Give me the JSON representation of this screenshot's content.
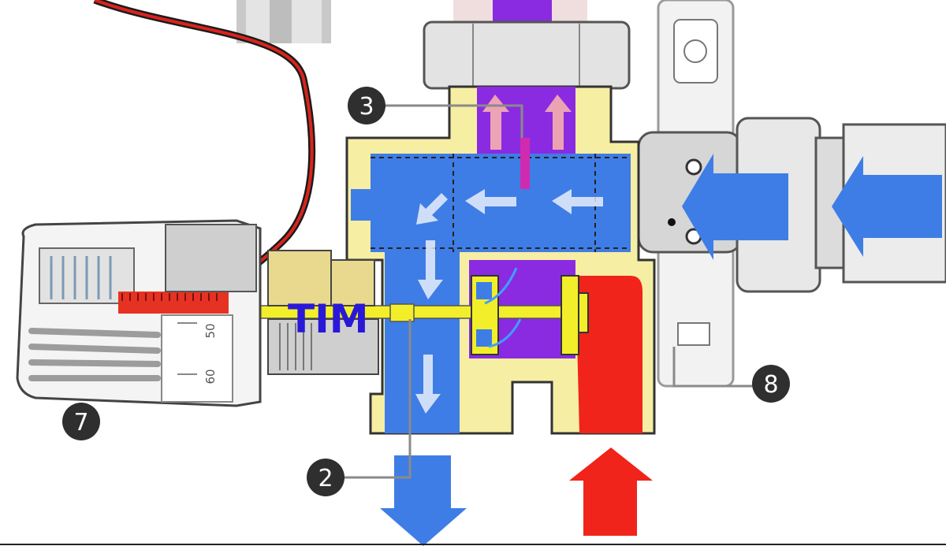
{
  "diagram": {
    "brand_text": "TIM",
    "callouts": [
      {
        "id": "2",
        "label": "2"
      },
      {
        "id": "3",
        "label": "3"
      },
      {
        "id": "7",
        "label": "7"
      },
      {
        "id": "8",
        "label": "8"
      }
    ],
    "scale_marks": [
      "50",
      "60"
    ],
    "colors": {
      "hot_water": "#f0241a",
      "cold_water": "#3f7de6",
      "mixed_water": "#8a2be2",
      "brass_body": "#f6eea3",
      "spindle": "#f2ee2a",
      "steel": "#d8d8d8",
      "callout_badge": "#2f2f2f",
      "capillary_wire": "#d9241c"
    },
    "icons": [
      "flow-arrow-icon",
      "hot-inlet-arrow-icon",
      "cold-inlet-arrow-icon",
      "outlet-arrow-icon"
    ]
  }
}
